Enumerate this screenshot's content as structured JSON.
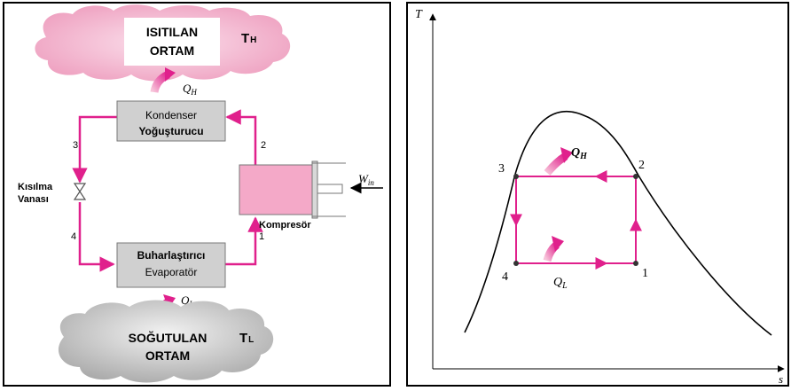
{
  "left_diagram": {
    "hot_space": {
      "line1": "ISITILAN",
      "line2": "ORTAM",
      "temp_main": "T",
      "temp_sub": "H"
    },
    "cold_space": {
      "line1": "SOĞUTULAN",
      "line2": "ORTAM",
      "temp_main": "T",
      "temp_sub": "L"
    },
    "condenser": {
      "line1": "Kondenser",
      "line2": "Yoğuşturucu"
    },
    "evaporator": {
      "line1": "Buharlaştırıcı",
      "line2": "Evaporatör"
    },
    "valve": {
      "line1": "Kısılma",
      "line2": "Vanası"
    },
    "compressor": {
      "label": "Kompresör"
    },
    "heat_out": {
      "main": "Q",
      "sub": "H"
    },
    "heat_in": {
      "main": "Q",
      "sub": "L"
    },
    "work_in": {
      "main": "W",
      "sub": "in"
    },
    "state_labels": [
      "1",
      "2",
      "3",
      "4"
    ]
  },
  "right_diagram": {
    "y_axis": "T",
    "x_axis": "s",
    "heat_out": {
      "main": "Q",
      "sub": "H"
    },
    "heat_in": {
      "main": "Q",
      "sub": "L"
    },
    "state_labels": [
      "1",
      "2",
      "3",
      "4"
    ]
  },
  "colors": {
    "flow": "#e0208c",
    "hot_cloud": "#f0a6c4",
    "cold_cloud": "#bdbdbd",
    "component_fill": "#d0d0d0",
    "compressor_fill": "#f4a9c8",
    "frame": "#000000"
  }
}
